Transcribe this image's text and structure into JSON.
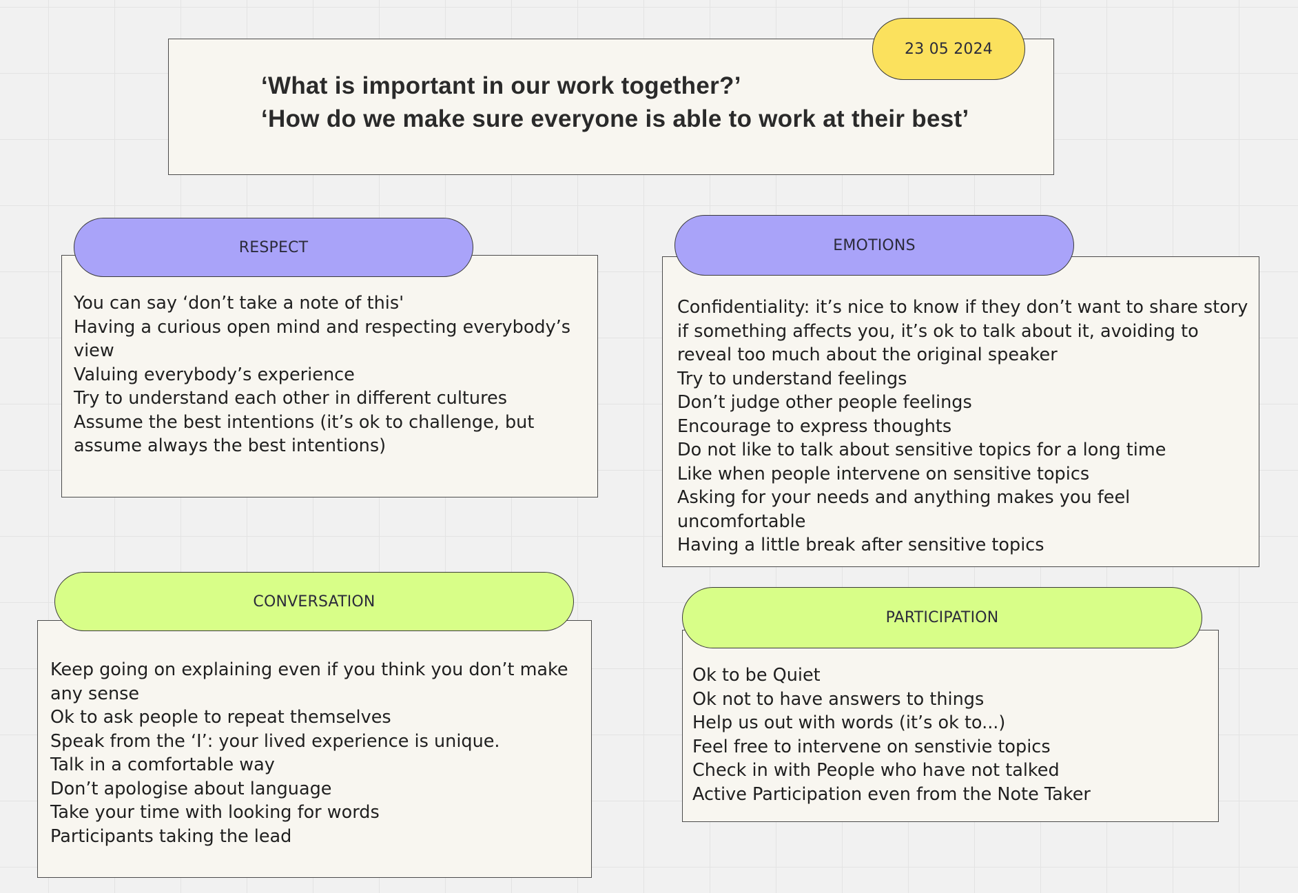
{
  "header": {
    "date": "23 05 2024",
    "question_1": "‘What is important in our work together?’",
    "question_2": "‘How do we make sure everyone is able to work at their best’"
  },
  "colors": {
    "purple_tag": "#a9a3f9",
    "green_tag": "#d8fe88",
    "yellow_tag": "#fbe15d",
    "card_bg": "#f8f6f0"
  },
  "respect": {
    "title": "RESPECT",
    "items": [
      "You can say ‘don’t take a note of this'",
      "Having a curious open mind and respecting everybody’s view",
      "Valuing everybody’s experience",
      "Try to understand each other in different cultures",
      "Assume the best intentions (it’s ok to challenge, but assume always the best intentions)"
    ]
  },
  "emotions": {
    "title": "EMOTIONS",
    "items": [
      "Confidentiality: it’s nice to know if they don’t want to share story  if something affects you, it’s ok to talk about it, avoiding to reveal too much about the original speaker",
      "Try to understand feelings",
      "Don’t judge other people feelings",
      "Encourage to express thoughts",
      "Do not like to talk about sensitive topics for a long time",
      "Like when people intervene on sensitive topics",
      "Asking for your needs and anything makes you feel uncomfortable",
      "Having a little break after sensitive topics"
    ]
  },
  "conversation": {
    "title": "CONVERSATION",
    "items": [
      "Keep going on explaining even if you think you don’t make any sense",
      "Ok to ask people to repeat themselves",
      "Speak from the ‘I’: your lived experience is unique.",
      "Talk in a comfortable way",
      "Don’t apologise about language",
      "Take your time with looking for words",
      "Participants taking the lead"
    ]
  },
  "participation": {
    "title": "PARTICIPATION",
    "items": [
      "Ok to be Quiet",
      "Ok not to have answers to things",
      "Help us out with words (it’s ok to...)",
      "Feel free to intervene on senstivie topics",
      "Check in with People who have not talked",
      "Active Participation even from the Note Taker"
    ]
  }
}
